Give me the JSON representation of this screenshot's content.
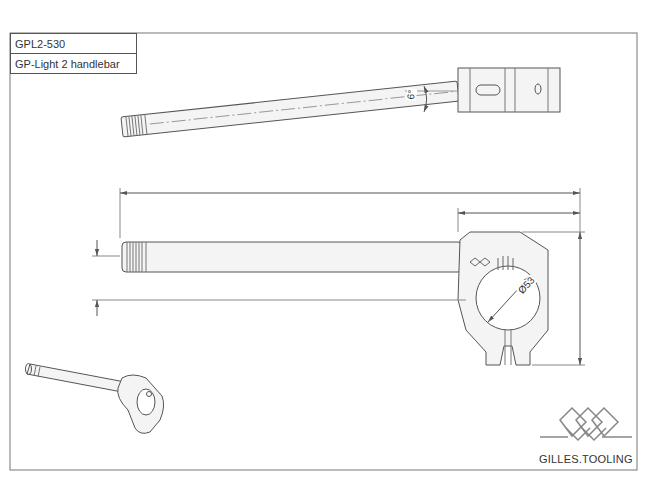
{
  "diagram": {
    "nodes": [
      {
        "text": [
          "GPL2-530"
        ]
      },
      {
        "text": [
          "GP-Light 2 handlebar"
        ]
      }
    ],
    "labels": [
      "6°",
      "Ø53",
      "GILLES.TOOLING"
    ]
  }
}
